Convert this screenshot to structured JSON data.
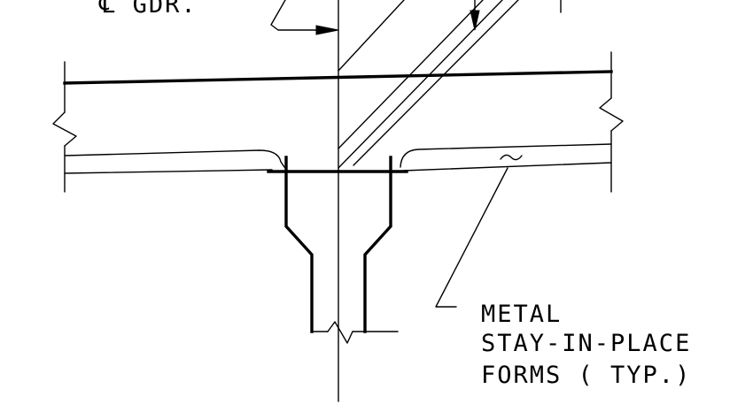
{
  "labels": {
    "centerline_girder": "℄ GDR.",
    "forms_line1": "METAL",
    "forms_line2": "STAY-IN-PLACE",
    "forms_line3": "FORMS ( TYP.)"
  }
}
